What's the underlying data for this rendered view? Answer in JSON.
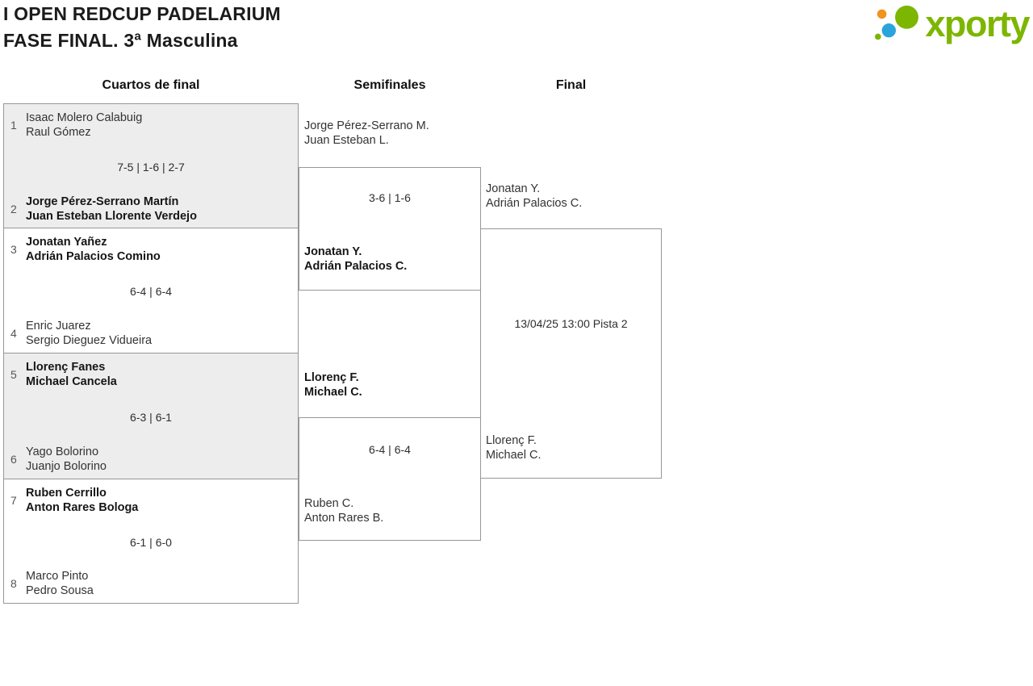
{
  "header": {
    "title_line1": "I OPEN REDCUP PADELARIUM",
    "title_line2": "FASE FINAL. 3ª Masculina"
  },
  "logo": {
    "wordmark": "xporty",
    "brand_green": "#7db600",
    "brand_blue": "#2aa5dc",
    "brand_orange": "#f0941e"
  },
  "rounds": [
    {
      "label": "Cuartos de final"
    },
    {
      "label": "Semifinales"
    },
    {
      "label": "Final"
    }
  ],
  "quarterfinals": [
    {
      "seed_top": "1",
      "team_top": [
        "Isaac Molero Calabuig",
        "Raul Gómez"
      ],
      "score": "7-5 | 1-6 | 2-7",
      "seed_bottom": "2",
      "team_bottom": [
        "Jorge Pérez-Serrano Martín",
        "Juan Esteban Llorente Verdejo"
      ]
    },
    {
      "seed_top": "3",
      "team_top": [
        "Jonatan Yañez",
        "Adrián Palacios Comino"
      ],
      "score": "6-4 | 6-4",
      "seed_bottom": "4",
      "team_bottom": [
        "Enric Juarez",
        "Sergio Dieguez Vidueira"
      ]
    },
    {
      "seed_top": "5",
      "team_top": [
        "Llorenç Fanes",
        "Michael Cancela"
      ],
      "score": "6-3 | 6-1",
      "seed_bottom": "6",
      "team_bottom": [
        "Yago Bolorino",
        "Juanjo Bolorino"
      ]
    },
    {
      "seed_top": "7",
      "team_top": [
        "Ruben Cerrillo",
        "Anton Rares Bologa"
      ],
      "score": "6-1 | 6-0",
      "seed_bottom": "8",
      "team_bottom": [
        "Marco Pinto",
        "Pedro Sousa"
      ]
    }
  ],
  "semifinals": [
    {
      "team_top": [
        "Jorge Pérez-Serrano M.",
        "Juan Esteban L."
      ],
      "score": "3-6 | 1-6",
      "team_bottom": [
        "Jonatan Y.",
        "Adrián Palacios C."
      ]
    },
    {
      "team_top": [
        "Llorenç F.",
        "Michael C."
      ],
      "score": "6-4 | 6-4",
      "team_bottom": [
        "Ruben C.",
        "Anton Rares B."
      ]
    }
  ],
  "final": {
    "team_top": [
      "Jonatan Y.",
      "Adrián Palacios C."
    ],
    "team_bottom": [
      "Llorenç F.",
      "Michael C."
    ],
    "match_info": "13/04/25 13:00 Pista 2"
  }
}
